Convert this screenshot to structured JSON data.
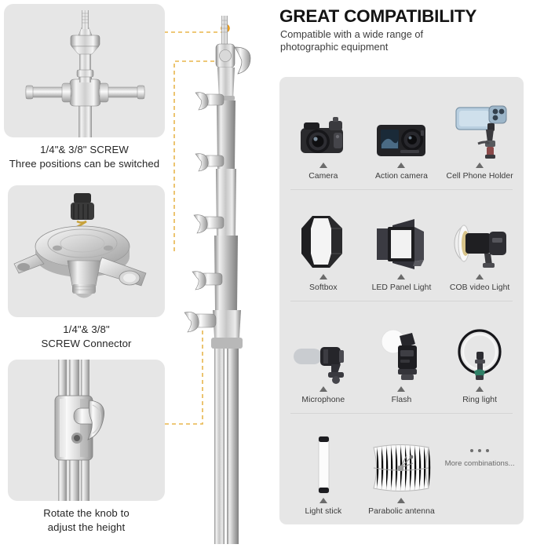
{
  "colors": {
    "panel_bg": "#e6e6e6",
    "page_bg": "#ffffff",
    "dash_line": "#e8b64c",
    "highlight_dot": "#f5a623",
    "text_dark": "#262626",
    "text_muted": "#6a6a6a",
    "divider": "#d5d5d5",
    "metal_light": "#f2f2f2",
    "metal_mid": "#c8c8c8",
    "metal_dark": "#8d8d8d"
  },
  "left_callouts": [
    {
      "id": "screw-positions",
      "art": "tri-screw-spigot",
      "caption_line1": "1/4\"& 3/8\" SCREW",
      "caption_line2": "Three positions can be switched"
    },
    {
      "id": "screw-connector",
      "art": "screw-connector-disc",
      "caption_line1": "1/4\"& 3/8\"",
      "caption_line2": "SCREW Connector"
    },
    {
      "id": "knob-adjust",
      "art": "locking-knob",
      "caption_line1": "Rotate the knob to",
      "caption_line2": "adjust the height"
    }
  ],
  "center": {
    "product": "light-stand",
    "highlight_points": 3
  },
  "right": {
    "headline": "GREAT COMPATIBILITY",
    "subhead_line1": "Compatible with a wide range of",
    "subhead_line2": "photographic equipment",
    "rows": [
      {
        "items": [
          {
            "label": "Camera",
            "art": "dslr-camera-icon"
          },
          {
            "label": "Action camera",
            "art": "action-camera-icon"
          },
          {
            "label": "Cell Phone Holder",
            "art": "phone-holder-icon"
          }
        ]
      },
      {
        "items": [
          {
            "label": "Softbox",
            "art": "softbox-icon"
          },
          {
            "label": "LED Panel Light",
            "art": "led-panel-icon"
          },
          {
            "label": "COB video Light",
            "art": "cob-light-icon"
          }
        ]
      },
      {
        "items": [
          {
            "label": "Microphone",
            "art": "microphone-icon"
          },
          {
            "label": "Flash",
            "art": "flash-icon"
          },
          {
            "label": "Ring light",
            "art": "ring-light-icon"
          }
        ]
      },
      {
        "items": [
          {
            "label": "Light stick",
            "art": "light-stick-icon"
          },
          {
            "label": "Parabolic antenna",
            "art": "parabolic-antenna-icon"
          }
        ],
        "more": {
          "label": "More combinations...",
          "dots": 3
        }
      }
    ]
  }
}
